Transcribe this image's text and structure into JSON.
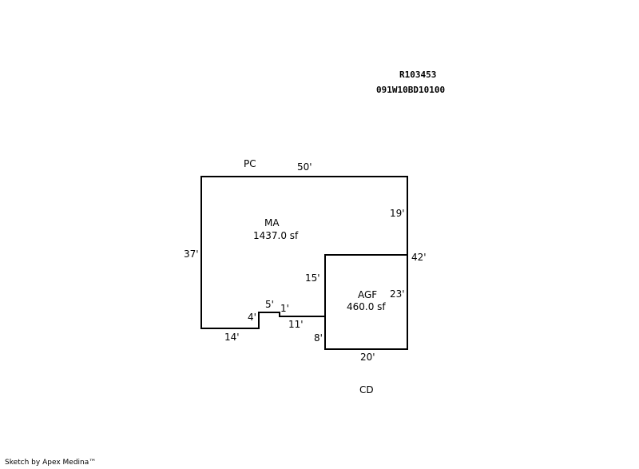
{
  "header": {
    "parcel_id": "R103453",
    "map_number": "091W10BD10100"
  },
  "sketch": {
    "labels": {
      "pc": "PC",
      "cd": "CD",
      "ma_name": "MA",
      "ma_area": "1437.0 sf",
      "agf_name": "AGF",
      "agf_area": "460.0 sf"
    },
    "dimensions": {
      "top": "50'",
      "right_upper": "19'",
      "right_total": "42'",
      "left": "37'",
      "bottom_left": "14'",
      "step_up": "4'",
      "step_top": "5'",
      "step_down": "1'",
      "connector": "11'",
      "agf_left_upper": "15'",
      "agf_right": "23'",
      "agf_left_lower": "8'",
      "agf_bottom": "20'"
    }
  },
  "footer": {
    "credit": "Sketch by Apex Medina™"
  }
}
